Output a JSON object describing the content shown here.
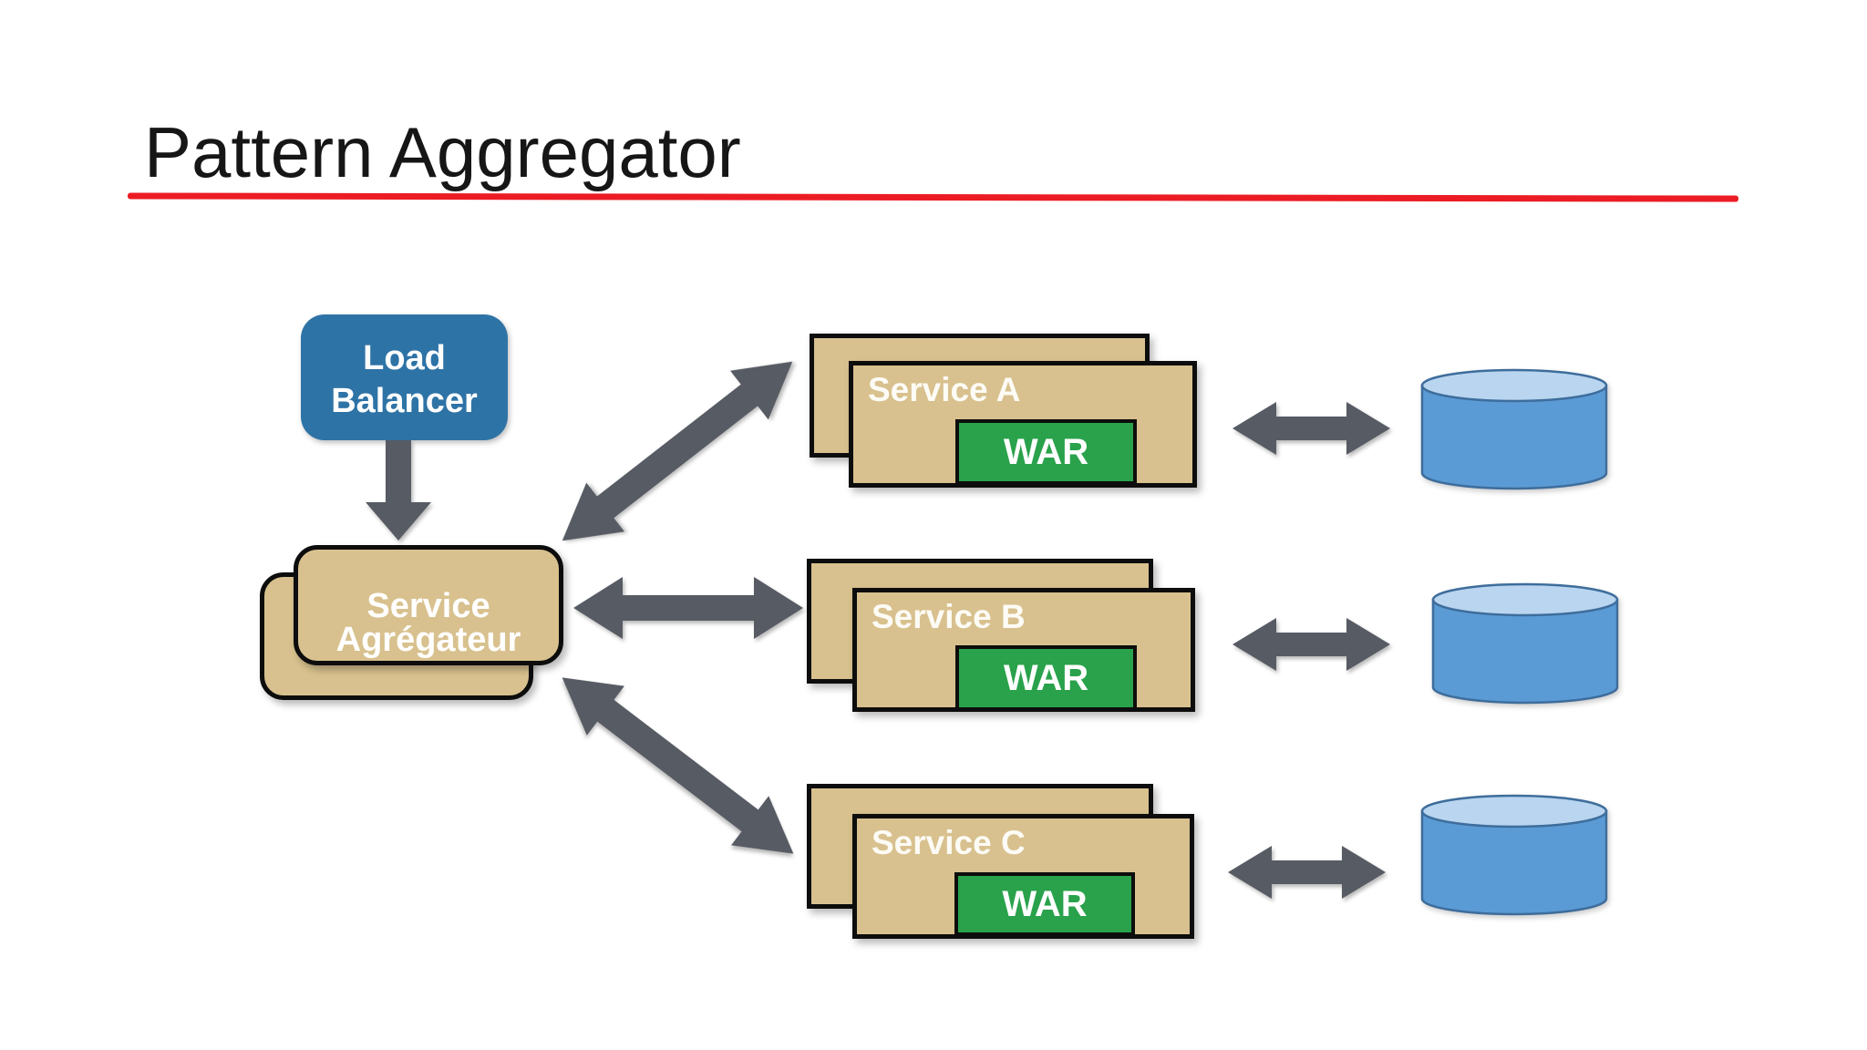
{
  "title": "Pattern Aggregator",
  "diagram": {
    "load_balancer": {
      "line1": "Load",
      "line2": "Balancer"
    },
    "aggregator": {
      "line1": "Service",
      "line2": "Agrégateur"
    },
    "services": [
      {
        "label": "Service A",
        "artifact": "WAR"
      },
      {
        "label": "Service B",
        "artifact": "WAR"
      },
      {
        "label": "Service C",
        "artifact": "WAR"
      }
    ]
  },
  "icons": {
    "down_arrow": "thick-down-arrow",
    "bidirectional_arrow": "thick-double-headed-arrow",
    "database": "database-cylinder"
  },
  "colors": {
    "title_underline": "#ec1c24",
    "load_balancer_fill": "#2e73a6",
    "service_box_fill": "#d8c18e",
    "war_fill": "#29a24b",
    "database_body_fill": "#5b9bd5",
    "database_top_fill": "#b9d5ef",
    "arrow_fill": "#575b63",
    "box_border": "#0d0d0d"
  }
}
